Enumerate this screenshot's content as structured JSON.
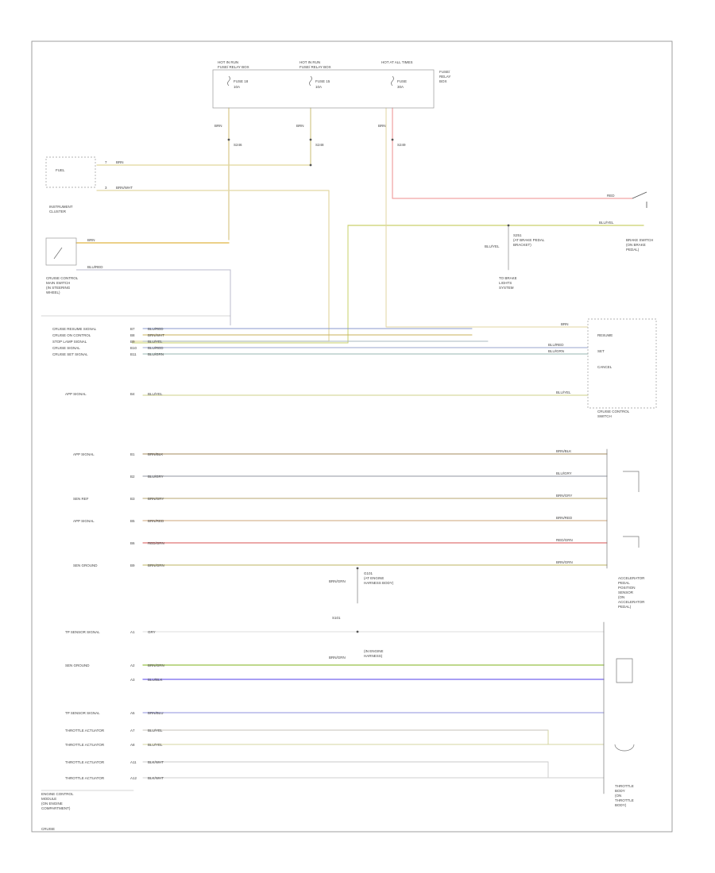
{
  "fuses": [
    {
      "header": "HOT IN RUN",
      "l1": "FUSE/",
      "l2": "RELAY BOX",
      "rows": [
        "FUSE 18",
        "10A"
      ]
    },
    {
      "header": "HOT IN RUN",
      "l1": "FUSE/",
      "l2": "RELAY BOX",
      "rows": [
        "FUSE 15",
        "10A"
      ]
    },
    {
      "header": "HOT AT ALL TIMES",
      "l1": "",
      "l2": "",
      "rows": [
        "FUSE",
        "30A"
      ]
    }
  ],
  "fuse_box_label": [
    "FUSE/",
    "RELAY",
    "BOX"
  ],
  "feed_wires": [
    "BRN",
    "BRN",
    "BRN"
  ],
  "splices": [
    "S246",
    "S248",
    "S249"
  ],
  "instrument_cluster": {
    "lines": [
      "INSTRUMENT",
      "CLUSTER"
    ],
    "wire_top": "BRN",
    "wire_bot": "BRN/WHT",
    "pin_top": "7",
    "pin_bot": "3"
  },
  "cruise_main_switch": {
    "lines": [
      "CRUISE CONTROL",
      "MAIN SWITCH",
      "(IN STEERING",
      "WHEEL)"
    ],
    "wire_top": "BRN",
    "wire_bot": "BLU/RED"
  },
  "brake_switch": {
    "lines": [
      "BRAKE SWITCH",
      "(ON BRAKE",
      "PEDAL)"
    ],
    "wire_hot": "RED",
    "wire_out": "BLU/YEL"
  },
  "splice_note": {
    "id": "S251",
    "lines": [
      "(AT BRAKE PEDAL",
      "BRACKET)"
    ],
    "wire": "BLU/YEL"
  },
  "stop_lamps": [
    "TO BRAKE",
    "LIGHTS",
    "SYSTEM"
  ],
  "cruise_inputs": [
    {
      "label": "CRUISE RESUME SIGNAL",
      "pin": "B7",
      "wire": "BLU/RED",
      "color": "#8899cc",
      "len": 414
    },
    {
      "label": "CRUISE ON CONTROL",
      "pin": "B8",
      "wire": "BRN/WHT",
      "color": "#c9b15a",
      "len": 414
    },
    {
      "label": "STOP LAMP SIGNAL",
      "pin": "B9",
      "wire": "BLU/YEL",
      "color": "#aab9c0",
      "len": 434
    },
    {
      "label": "CRUISE SIGNAL",
      "pin": "B10",
      "wire": "BLU/RED",
      "color": "#9aa6cc",
      "len": 434
    },
    {
      "label": "CRUISE SET SIGNAL",
      "pin": "B11",
      "wire": "BLU/GRN",
      "color": "#97b6b0",
      "len": 434
    }
  ],
  "cruise_switch": {
    "lines": [
      "CRUISE CONTROL",
      "SWITCH"
    ],
    "items": [
      "RESUME",
      "SET",
      "CANCEL"
    ]
  },
  "app_signal_row": {
    "label": "APP SIGNAL",
    "pin": "B4",
    "wire": "BLU/YEL"
  },
  "accel_rows": [
    {
      "label": "APP SIGNAL",
      "pin": "B1",
      "wire": "BRN/BLK",
      "color": "#b7a27d"
    },
    {
      "label": "",
      "pin": "B2",
      "wire": "BLU/GRY",
      "color": "#a7abb4"
    },
    {
      "label": "SEN REF",
      "pin": "B3",
      "wire": "BRN/GRY",
      "color": "#c5b88d"
    },
    {
      "label": "APP SIGNAL",
      "pin": "B5",
      "wire": "BRN/RED",
      "color": "#d8b693"
    },
    {
      "label": "",
      "pin": "B6",
      "wire": "RED/GRN",
      "color": "#e07575"
    },
    {
      "label": "SEN GROUND",
      "pin": "B9",
      "wire": "BRN/GRN",
      "color": "#c9c280"
    }
  ],
  "accel_sensor": [
    "ACCELERATOR",
    "PEDAL",
    "POSITION",
    "SENSOR",
    "(ON",
    "ACCELERATOR",
    "PEDAL)"
  ],
  "ground_note": {
    "id": "G101",
    "lines": [
      "(AT ENGINE",
      "HARNESS BODY)"
    ],
    "wire": "BRN/GRN"
  },
  "tp_rows": [
    {
      "label": "TP SENSOR SIGNAL",
      "pin": "A1",
      "wire": "GRY",
      "color": "#dddddd"
    },
    {
      "label": "SEN GROUND",
      "pin": "A2",
      "wire": "BRN/GRN",
      "color": "#a9cc66"
    },
    {
      "label": "",
      "pin": "A3",
      "wire": "BLU/BLK",
      "color": "#8b7ff0"
    },
    {
      "label": "TP SENSOR SIGNAL",
      "pin": "A5",
      "wire": "BRN/BLU",
      "color": "#8f92dc"
    },
    {
      "label": "THROTTLE ACTUATOR",
      "pin": "A7",
      "wire": "BLU/YEL",
      "color": "#c4c2b8"
    },
    {
      "label": "THROTTLE ACTUATOR",
      "pin": "A8",
      "wire": "BLU/YEL",
      "color": "#d6d4a0"
    },
    {
      "label": "THROTTLE ACTUATOR",
      "pin": "A11",
      "wire": "BLK/WHT",
      "color": "#c9c9c9"
    },
    {
      "label": "THROTTLE ACTUATOR",
      "pin": "A12",
      "wire": "BLK/WHT",
      "color": "#cfcfcf"
    }
  ],
  "tp_note": {
    "id": "S101",
    "lines": [
      "(IN ENGINE",
      "HARNESS)"
    ],
    "wire": "BRN/GRN"
  },
  "throttle_body": [
    "THROTTLE",
    "BODY",
    "(ON",
    "THROTTLE",
    "BODY)"
  ],
  "ecm_label": [
    "ENGINE CONTROL",
    "MODULE",
    "(ON ENGINE",
    "COMPARTMENT)"
  ],
  "sheet_label": "CRUISE"
}
